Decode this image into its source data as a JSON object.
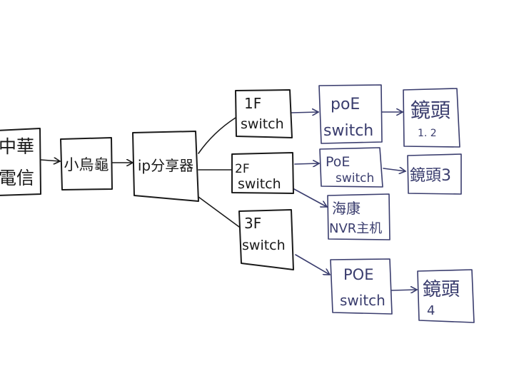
{
  "colors": {
    "black_ink": "#1a1a1a",
    "blue_ink": "#3a3d6e",
    "paper": "#ffffff"
  },
  "nodes": {
    "cht": {
      "line1": "中華",
      "line2": "電信"
    },
    "modem": {
      "line1": "小烏龜"
    },
    "ip_sharer": {
      "line1": "ip分享器"
    },
    "sw1": {
      "line1": "1F",
      "line2": "switch"
    },
    "sw2": {
      "line1": "2F",
      "line2": "switch"
    },
    "sw3": {
      "line1": "3F",
      "line2": "switch"
    },
    "poe1": {
      "line1": "poE",
      "line2": "switch"
    },
    "poe2": {
      "line1": "PoE",
      "line2": "switch"
    },
    "poe3": {
      "line1": "POE",
      "line2": "switch"
    },
    "cam12": {
      "line1": "鏡頭",
      "line2": "1. 2"
    },
    "cam3": {
      "line1": "鏡頭3"
    },
    "cam4": {
      "line1": "鏡頭",
      "line2": "4"
    },
    "nvr": {
      "line1": "海康",
      "line2": "NVR主机"
    }
  }
}
